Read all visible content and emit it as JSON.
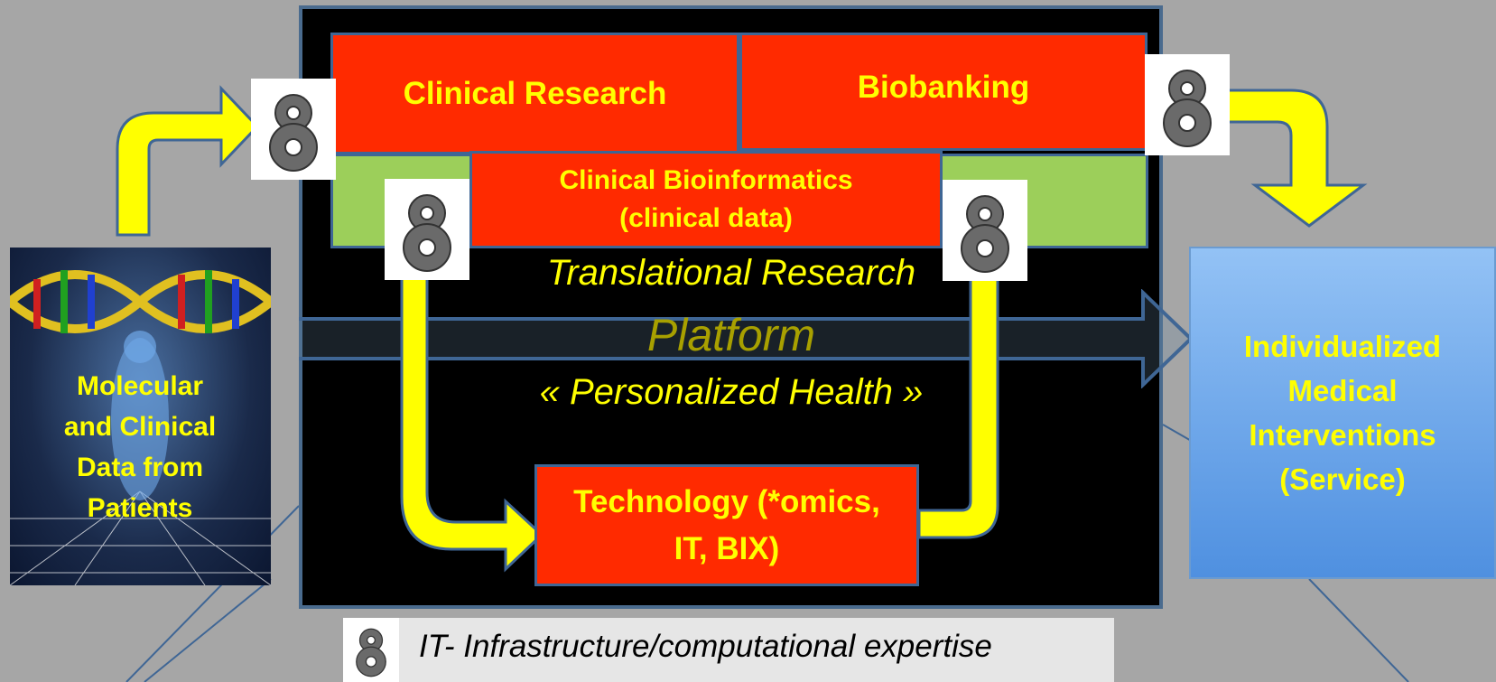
{
  "boxes": {
    "clinical_research": "Clinical Research",
    "biobanking": "Biobanking",
    "clinical_bioinformatics_line1": "Clinical Bioinformatics",
    "clinical_bioinformatics_line2": "(clinical data)",
    "technology_line1": "Technology (*omics,",
    "technology_line2": "IT, BIX)"
  },
  "platform": {
    "line1": "Translational Research",
    "line2": "Platform",
    "line3": "« Personalized Health »"
  },
  "input": {
    "label": "Molecular and Clinical Data from Patients"
  },
  "output": {
    "line1": "Individualized",
    "line2": "Medical",
    "line3": "Interventions",
    "line4": "(Service)"
  },
  "legend": {
    "text": "IT- Infrastructure/computational expertise",
    "icon": "gear-icon"
  },
  "colors": {
    "panel": "#000000",
    "red_box": "#ff2a00",
    "green_band": "#9ccf5a",
    "text_yellow": "#ffff00",
    "arrow_yellow": "#ffff00",
    "border_blue": "#3f6695",
    "output_blue": "#5a98e6"
  }
}
